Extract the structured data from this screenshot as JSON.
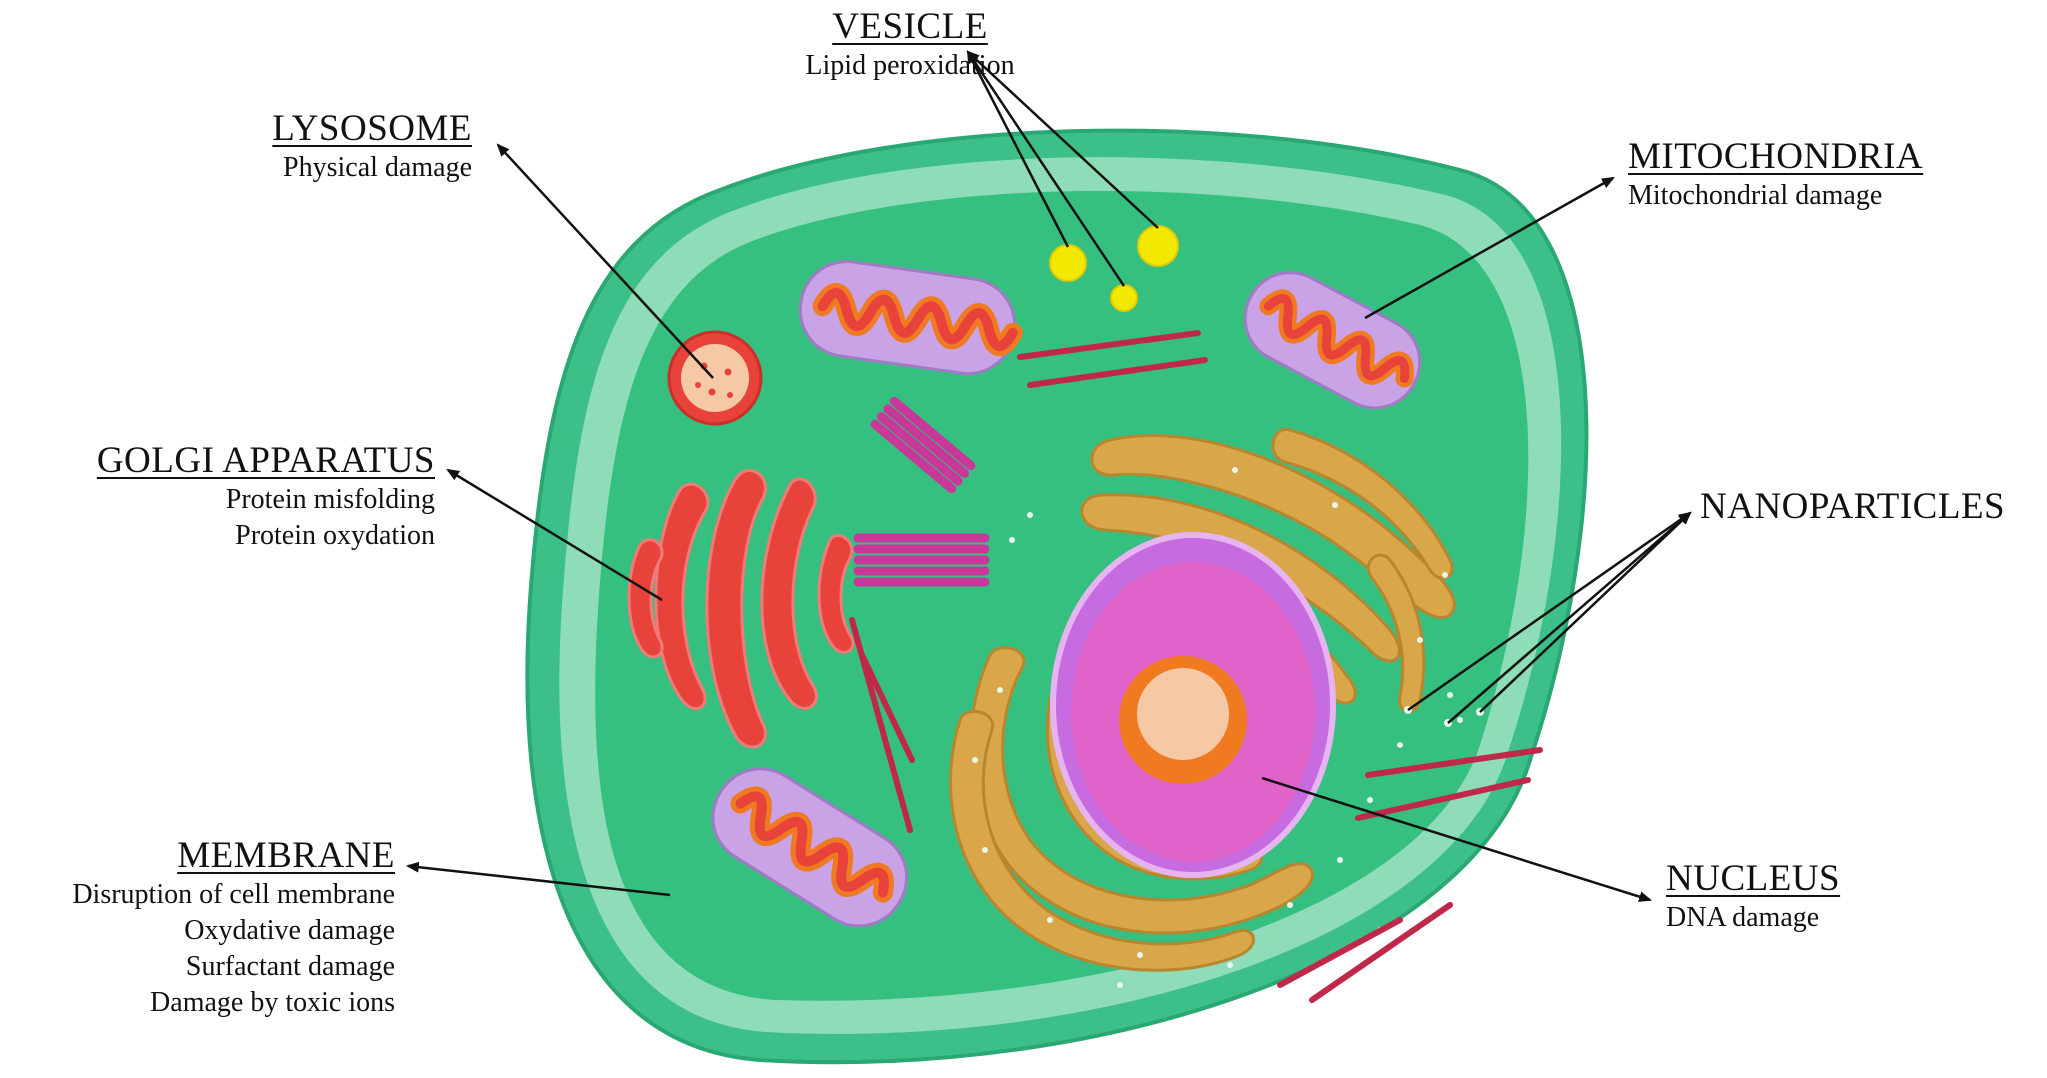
{
  "labels": {
    "vesicle": {
      "title": "VESICLE",
      "desc": [
        "Lipid peroxidation"
      ]
    },
    "lysosome": {
      "title": "LYSOSOME",
      "desc": [
        "Physical damage"
      ]
    },
    "mitochondria": {
      "title": "MITOCHONDRIA",
      "desc": [
        "Mitochondrial damage"
      ]
    },
    "golgi": {
      "title": "GOLGI APPARATUS",
      "desc": [
        "Protein misfolding",
        "Protein oxydation"
      ]
    },
    "nanoparticles": {
      "title": "NANOPARTICLES",
      "desc": []
    },
    "membrane": {
      "title": "MEMBRANE",
      "desc": [
        "Disruption of cell membrane",
        "Oxydative damage",
        "Surfactant damage",
        "Damage by toxic ions"
      ]
    },
    "nucleus": {
      "title": "NUCLEUS",
      "desc": [
        "DNA damage"
      ]
    }
  },
  "colors": {
    "cell_outer": "#3dbf8a",
    "cell_membrane": "#8fdcb8",
    "cytoplasm": "#36c07f",
    "nucleus": "#d957c6",
    "nucleus_inner": "#e98bd9",
    "nucleolus": "#f07a20",
    "golgi": "#e8433b",
    "er": "#d9a74a",
    "mitochondria_outer": "#c9a3e6",
    "mitochondria_inner": "#e8433b",
    "vesicle": "#f2e800",
    "lysosome": "#e8433b",
    "centriole": "#c8379a",
    "filament": "#c0284a",
    "arrow": "#111111"
  }
}
